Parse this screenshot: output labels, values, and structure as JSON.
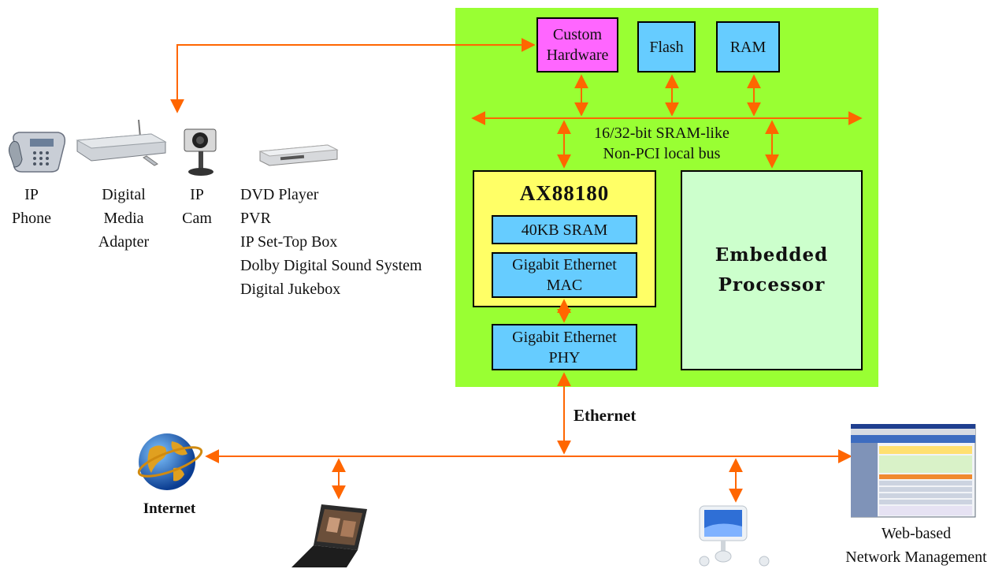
{
  "board": {
    "custom_hw": [
      "Custom",
      "Hardware"
    ],
    "flash": "Flash",
    "ram": "RAM",
    "bus": [
      "16/32-bit SRAM-like",
      "Non-PCI local bus"
    ],
    "ax_title": "AX88180",
    "sram": "40KB SRAM",
    "mac": [
      "Gigabit Ethernet",
      "MAC"
    ],
    "phy": [
      "Gigabit Ethernet",
      "PHY"
    ],
    "processor": [
      "Embedded",
      "Processor"
    ]
  },
  "devices": {
    "ip_phone": [
      "IP",
      "Phone"
    ],
    "media_adapter": [
      "Digital",
      "Media",
      "Adapter"
    ],
    "ip_cam": [
      "IP",
      "Cam"
    ],
    "consumer_list": [
      "DVD Player",
      "PVR",
      "IP Set-Top Box",
      "Dolby Digital Sound System",
      "Digital Jukebox"
    ]
  },
  "network": {
    "ethernet": "Ethernet",
    "internet": "Internet",
    "web_mgmt": [
      "Web-based",
      "Network Management"
    ]
  },
  "colors": {
    "board": "#99ff33",
    "custom_hw": "#ff66ff",
    "memory": "#66ccff",
    "ax_chip": "#ffff66",
    "processor": "#ccffcc",
    "arrow": "#ff6600"
  }
}
